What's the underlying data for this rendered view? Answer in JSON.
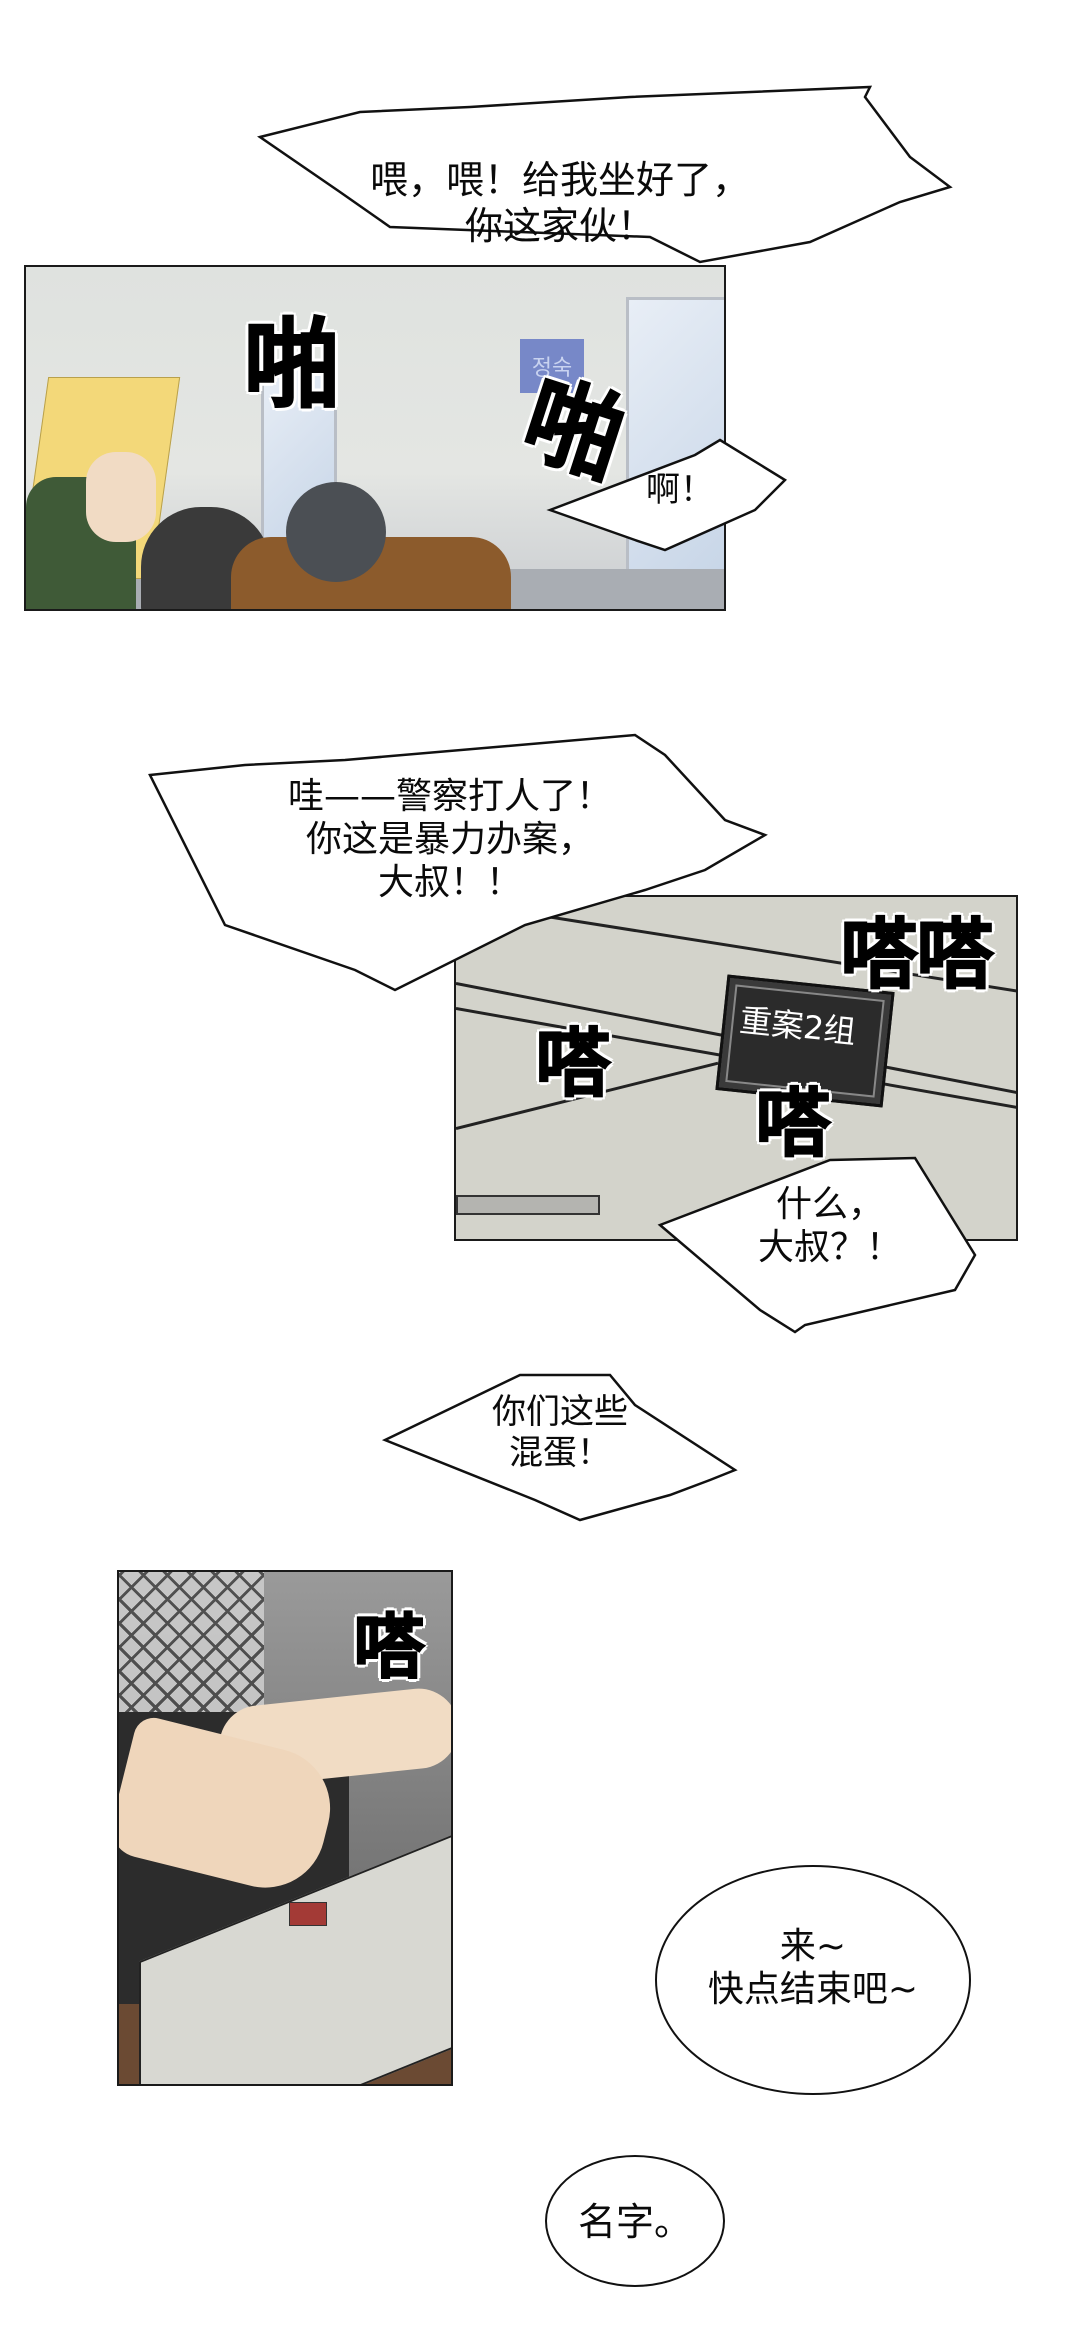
{
  "page": {
    "type": "webcomic-strip",
    "background": "#ffffff"
  },
  "panels": [
    {
      "id": "panel-1",
      "scene": "police station hallway, characters being smacked on the head",
      "sign_text": "정숙",
      "sign_color": "#7788c8",
      "sfx": [
        "啪",
        "啪"
      ]
    },
    {
      "id": "panel-2",
      "scene": "office ceiling with wall plaque",
      "plaque_text": "重案2组",
      "sfx": [
        "嗒嗒",
        "嗒",
        "嗒"
      ]
    },
    {
      "id": "panel-3",
      "scene": "hands typing on a typewriter with red key",
      "sfx": [
        "嗒"
      ]
    }
  ],
  "bubbles": [
    {
      "id": "bubble-1",
      "shape": "jagged",
      "text": "喂，喂！给我坐好了，\n你这家伙！"
    },
    {
      "id": "bubble-2",
      "shape": "jagged",
      "text": "啊！"
    },
    {
      "id": "bubble-3",
      "shape": "jagged",
      "text": "哇——警察打人了！\n你这是暴力办案，\n大叔！！"
    },
    {
      "id": "bubble-4",
      "shape": "jagged",
      "text": "什么，\n大叔？！"
    },
    {
      "id": "bubble-5",
      "shape": "jagged",
      "text": "你们这些\n混蛋！"
    },
    {
      "id": "bubble-6",
      "shape": "oval",
      "text": "来~\n快点结束吧~"
    },
    {
      "id": "bubble-7",
      "shape": "oval",
      "text": "名字。"
    }
  ],
  "colors": {
    "ink": "#0a0a0a",
    "panel_border": "#1a1a1a",
    "p2_wall": "#d3d3cb",
    "red_key": "#a33a36"
  }
}
